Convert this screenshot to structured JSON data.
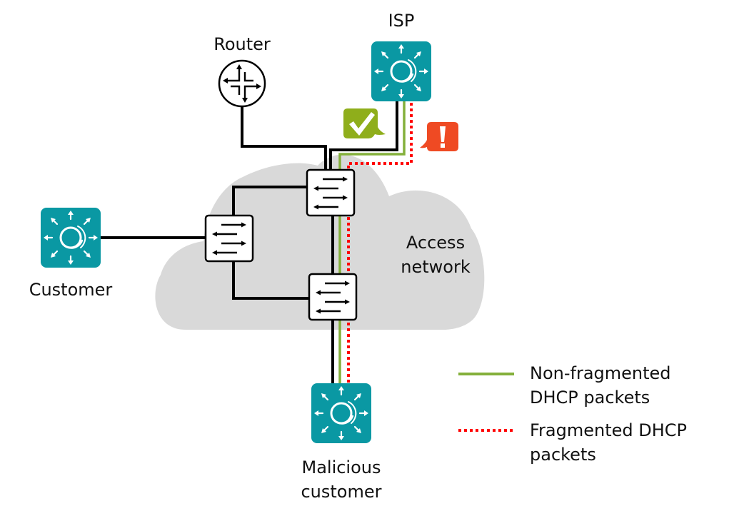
{
  "title": "DHCP packet fragmentation in access network",
  "colors": {
    "device_teal": "#0a98a3",
    "cloud_gray": "#d9d9d9",
    "non_fragmented_green": "#84b03b",
    "fragmented_red": "#ff0000",
    "check_badge_green": "#8fae1b",
    "alert_badge_red": "#ef4a23",
    "link_black": "#000000"
  },
  "nodes": {
    "isp": {
      "label": "ISP",
      "icon": "server-sunburst-icon"
    },
    "router": {
      "label": "Router",
      "icon": "router-crossed-arrows-icon"
    },
    "customer": {
      "label": "Customer",
      "icon": "server-sunburst-icon"
    },
    "malicious_customer": {
      "label_line1": "Malicious",
      "label_line2": "customer",
      "icon": "server-sunburst-icon"
    },
    "switch_top": {
      "icon": "switch-arrows-icon"
    },
    "switch_left": {
      "icon": "switch-arrows-icon"
    },
    "switch_bottom": {
      "icon": "switch-arrows-icon"
    }
  },
  "cloud": {
    "label_line1": "Access",
    "label_line2": "network"
  },
  "badges": {
    "allowed": {
      "icon": "checkmark-icon",
      "meaning": "allowed"
    },
    "blocked": {
      "icon": "exclamation-icon",
      "meaning": "alert"
    }
  },
  "legend": {
    "items": [
      {
        "style": "solid",
        "color": "#84b03b",
        "line1": "Non-fragmented",
        "line2": "DHCP packets"
      },
      {
        "style": "dotted",
        "color": "#ff0000",
        "line1": "Fragmented DHCP",
        "line2": "packets"
      }
    ]
  }
}
